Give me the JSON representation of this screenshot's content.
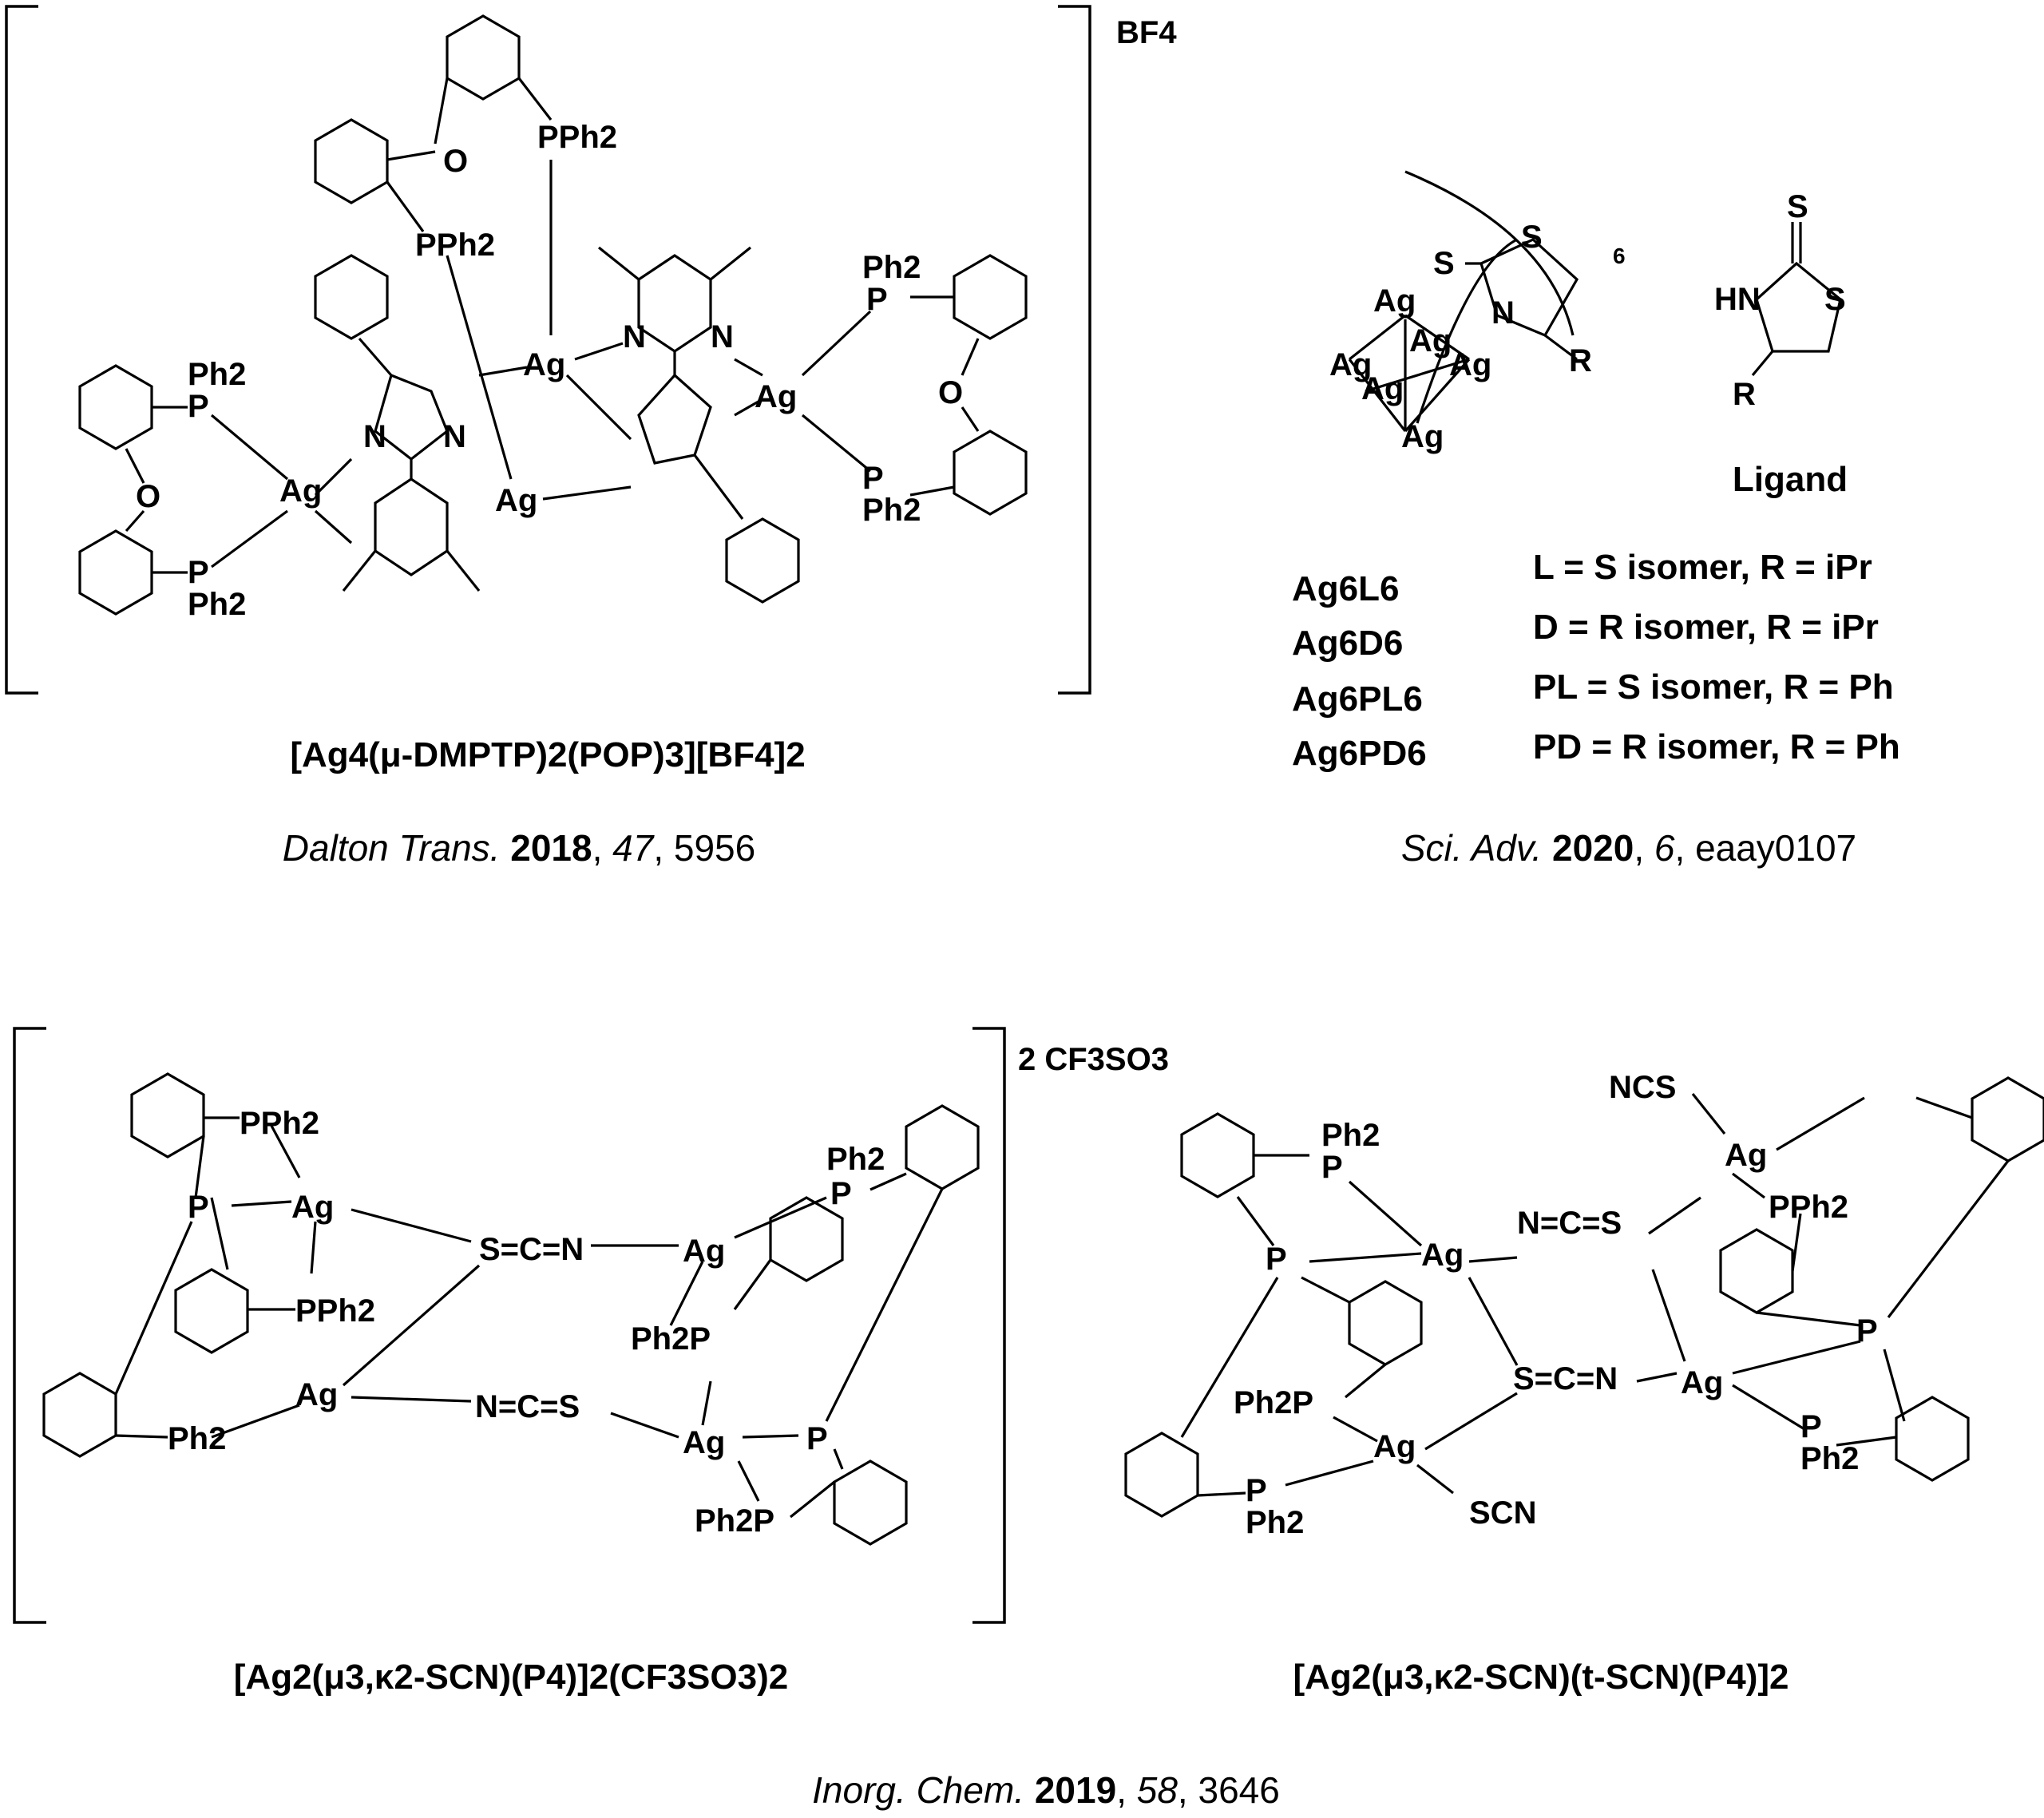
{
  "panel_a": {
    "counter_ion": "BF4",
    "caption": "[Ag4(μ-DMPTP)2(POP)3][BF4]2",
    "ref_journal": "Dalton Trans.",
    "ref_year": "2018",
    "ref_volume": "47",
    "ref_page": "5956",
    "atoms": [
      "Ag",
      "Ag",
      "Ag",
      "Ag",
      "PPh2",
      "PPh2",
      "Ph2",
      "P",
      "Ph2",
      "P",
      "P",
      "Ph2",
      "P",
      "Ph2",
      "O",
      "O",
      "O",
      "N",
      "N",
      "N",
      "N"
    ]
  },
  "panel_b": {
    "cluster_atoms": [
      "Ag",
      "Ag",
      "Ag",
      "Ag",
      "Ag",
      "Ag"
    ],
    "ring_atoms": [
      "S",
      "S",
      "N",
      "R"
    ],
    "repeat": "6",
    "ligand_atoms": [
      "S",
      "HN",
      "S",
      "R"
    ],
    "ligand_label": "Ligand",
    "compounds": [
      "Ag6L6",
      "Ag6D6",
      "Ag6PL6",
      "Ag6PD6"
    ],
    "definitions": [
      "L = S isomer, R = iPr",
      "D = R isomer, R = iPr",
      "PL = S isomer, R = Ph",
      "PD = R isomer, R = Ph"
    ],
    "ref_journal": "Sci. Adv.",
    "ref_year": "2020",
    "ref_volume": "6",
    "ref_page": "eaay0107"
  },
  "panel_c": {
    "counter_ion": "2 CF3SO3",
    "caption": "[Ag2(μ3,κ2-SCN)(P4)]2(CF3SO3)2",
    "atoms": [
      "Ag",
      "Ag",
      "Ag",
      "Ag",
      "S=C=N",
      "N=C=S",
      "PPh2",
      "PPh2",
      "P",
      "Ph2P",
      "Ph2P",
      "P",
      "Ph2",
      "P",
      "Ph2"
    ]
  },
  "panel_d": {
    "caption": "[Ag2(μ3,κ2-SCN)(t-SCN)(P4)]2",
    "atoms": [
      "NCS",
      "SCN",
      "Ag",
      "Ag",
      "Ag",
      "Ag",
      "N=C=S",
      "S=C=N",
      "Ph2",
      "P",
      "P",
      "PPh2",
      "P",
      "Ph2P",
      "P",
      "Ph2",
      "P",
      "Ph2"
    ]
  },
  "footer": {
    "ref_journal": "Inorg. Chem.",
    "ref_year": "2019",
    "ref_volume": "58",
    "ref_page": "3646"
  }
}
